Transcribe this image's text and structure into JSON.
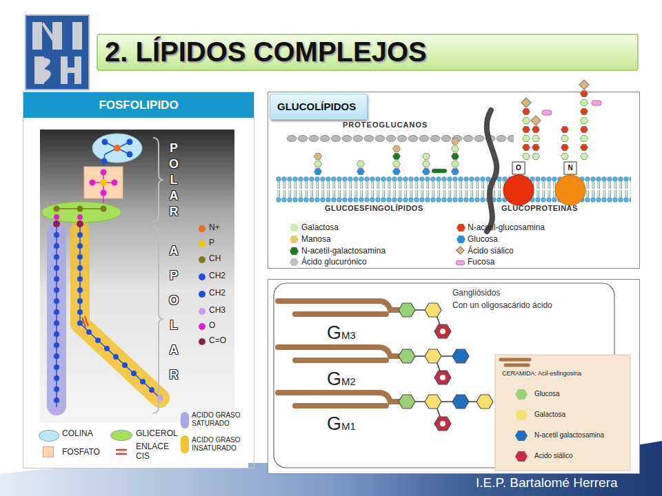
{
  "diagram": {
    "title": "2. LÍPIDOS COMPLEJOS",
    "nodes": [
      {
        "text": [
          "FOSFOLIPIDO"
        ]
      },
      {
        "text": [
          "GLUCOLÍPIDOS"
        ]
      },
      {
        "text": [
          "Gangliósidos",
          "Con un oligosacárido ácido"
        ]
      }
    ],
    "labels": [
      "POLAR",
      "APOLAR",
      "PROTEOGLUCANOS",
      "GLUCOESFINGOLÍPIDOS",
      "GLUCOPROTEINAS",
      "O",
      "N",
      "GM3",
      "GM2",
      "GM1",
      "I.E.P. Bartalomé Herrera"
    ],
    "legend": [
      {
        "text": "N+",
        "color": "#f26b1d"
      },
      {
        "text": "P",
        "color": "#f5c400"
      },
      {
        "text": "CH",
        "color": "#7a7a1a"
      },
      {
        "text": "CH2",
        "color": "#1f4fd8"
      },
      {
        "text": "CH2",
        "color": "#1f4fd8"
      },
      {
        "text": "CH3",
        "color": "#c9a0f0"
      },
      {
        "text": "O",
        "color": "#e020d0"
      },
      {
        "text": "C=O",
        "color": "#8b2252"
      },
      {
        "text": "COLINA",
        "color": "#bfe6f5"
      },
      {
        "text": "FOSFATO",
        "color": "#fdd5b5"
      },
      {
        "text": "GLICEROL",
        "color": "#a6e05a"
      },
      {
        "text": "ENLACE CIS"
      },
      {
        "text": "ACIDO GRASO SATURADO",
        "color": "#a9a9e0"
      },
      {
        "text": "ACIDO GRASO INSATURADO",
        "color": "#f2c230"
      },
      {
        "text": "Galactosa",
        "color": "#c9f0a8"
      },
      {
        "text": "Manosa",
        "color": "#e8c870"
      },
      {
        "text": "N-acetil-galactosamina",
        "color": "#1e7a1e"
      },
      {
        "text": "Ácido glucurónico",
        "color": "#c0c0c0"
      },
      {
        "text": "N-acetil-glucosamina",
        "color": "#e03c1c"
      },
      {
        "text": "Glucosa",
        "color": "#2a8fd8"
      },
      {
        "text": "Ácido siálico",
        "color": "#d8b878"
      },
      {
        "text": "Fucosa",
        "color": "#f0a0e0"
      },
      {
        "text": "CERAMIDA: Acil-esfingosina"
      },
      {
        "text": "Glucosa",
        "color": "#9ad07a"
      },
      {
        "text": "Galactosa",
        "color": "#f5e070"
      },
      {
        "text": "N-acetil galactosamina",
        "color": "#2070c0"
      },
      {
        "text": "Acido siálico",
        "color": "#c03040"
      }
    ]
  }
}
